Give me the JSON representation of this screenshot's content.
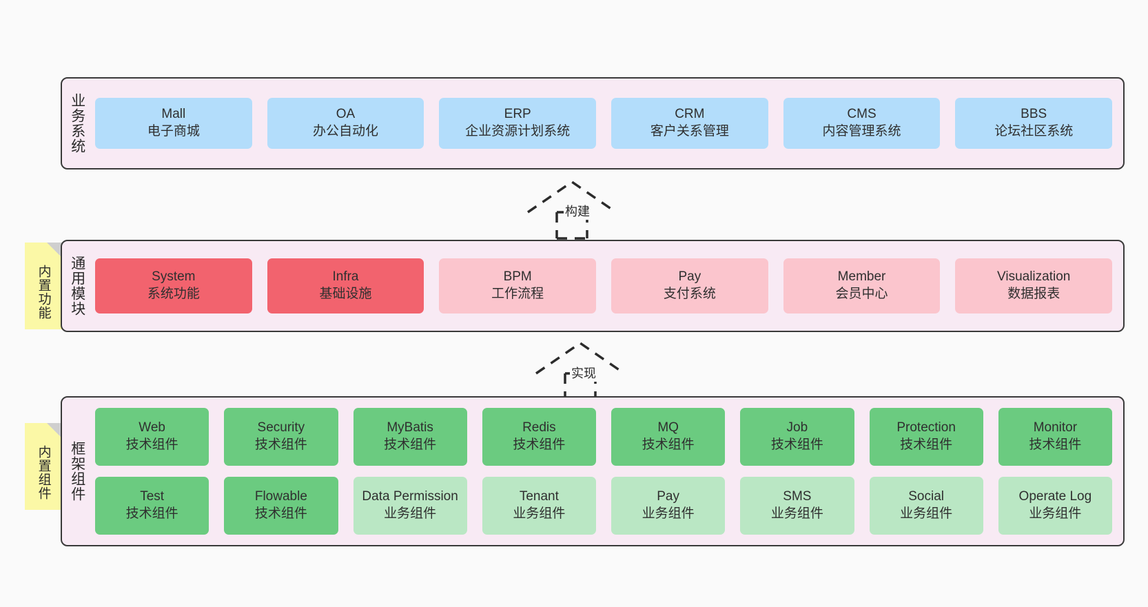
{
  "layers": [
    {
      "id": "business",
      "label": "业务系统",
      "rows": [
        [
          {
            "name": "Mall",
            "desc": "电子商城",
            "style": "c-blue"
          },
          {
            "name": "OA",
            "desc": "办公自动化",
            "style": "c-blue"
          },
          {
            "name": "ERP",
            "desc": "企业资源计划系统",
            "style": "c-blue"
          },
          {
            "name": "CRM",
            "desc": "客户关系管理",
            "style": "c-blue"
          },
          {
            "name": "CMS",
            "desc": "内容管理系统",
            "style": "c-blue"
          },
          {
            "name": "BBS",
            "desc": "论坛社区系统",
            "style": "c-blue"
          }
        ]
      ]
    },
    {
      "id": "common",
      "label": "通用模块",
      "rows": [
        [
          {
            "name": "System",
            "desc": "系统功能",
            "style": "c-red"
          },
          {
            "name": "Infra",
            "desc": "基础设施",
            "style": "c-red"
          },
          {
            "name": "BPM",
            "desc": "工作流程",
            "style": "c-pink"
          },
          {
            "name": "Pay",
            "desc": "支付系统",
            "style": "c-pink"
          },
          {
            "name": "Member",
            "desc": "会员中心",
            "style": "c-pink"
          },
          {
            "name": "Visualization",
            "desc": "数据报表",
            "style": "c-pink"
          }
        ]
      ]
    },
    {
      "id": "framework",
      "label": "框架组件",
      "rows": [
        [
          {
            "name": "Web",
            "desc": "技术组件",
            "style": "c-green"
          },
          {
            "name": "Security",
            "desc": "技术组件",
            "style": "c-green"
          },
          {
            "name": "MyBatis",
            "desc": "技术组件",
            "style": "c-green"
          },
          {
            "name": "Redis",
            "desc": "技术组件",
            "style": "c-green"
          },
          {
            "name": "MQ",
            "desc": "技术组件",
            "style": "c-green"
          },
          {
            "name": "Job",
            "desc": "技术组件",
            "style": "c-green"
          },
          {
            "name": "Protection",
            "desc": "技术组件",
            "style": "c-green"
          },
          {
            "name": "Monitor",
            "desc": "技术组件",
            "style": "c-green"
          }
        ],
        [
          {
            "name": "Test",
            "desc": "技术组件",
            "style": "c-green"
          },
          {
            "name": "Flowable",
            "desc": "技术组件",
            "style": "c-green"
          },
          {
            "name": "Data Permission",
            "desc": "业务组件",
            "style": "c-lightgreen"
          },
          {
            "name": "Tenant",
            "desc": "业务组件",
            "style": "c-lightgreen"
          },
          {
            "name": "Pay",
            "desc": "业务组件",
            "style": "c-lightgreen"
          },
          {
            "name": "SMS",
            "desc": "业务组件",
            "style": "c-lightgreen"
          },
          {
            "name": "Social",
            "desc": "业务组件",
            "style": "c-lightgreen"
          },
          {
            "name": "Operate Log",
            "desc": "业务组件",
            "style": "c-lightgreen"
          }
        ]
      ]
    }
  ],
  "notes": [
    {
      "id": "note-common",
      "text": "内置功能"
    },
    {
      "id": "note-framework",
      "text": "内置组件"
    }
  ],
  "connectors": [
    {
      "id": "conn-build",
      "label": "构建"
    },
    {
      "id": "conn-impl",
      "label": "实现"
    }
  ],
  "colors": {
    "canvas_bg": "#fafafa",
    "layer_bg": "#f8eaf4",
    "layer_border": "#3a3a3a",
    "business_card": "#b3ddfb",
    "common_card_primary": "#f2636e",
    "common_card_secondary": "#fbc5cd",
    "framework_tech_card": "#6bcb80",
    "framework_business_card": "#bae7c4",
    "note_bg": "#fbf8a6",
    "note_fold": "#cfcfcf"
  }
}
